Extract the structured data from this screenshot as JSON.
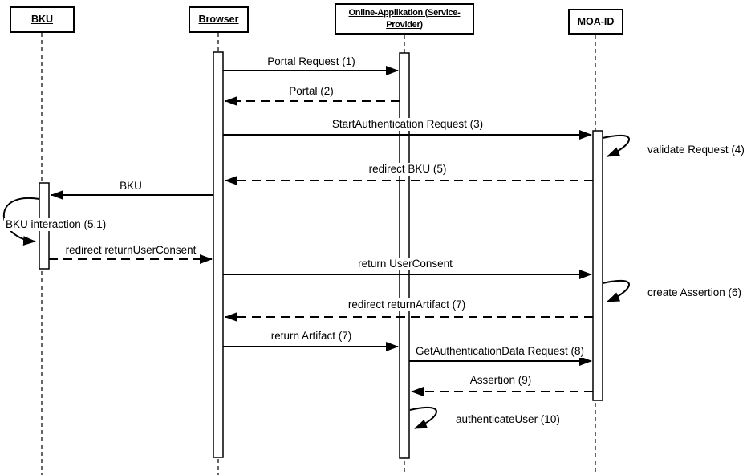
{
  "diagram": {
    "type": "uml-sequence",
    "colors": {
      "line": "#000000",
      "background": "#ffffff"
    },
    "actors": [
      {
        "id": "bku",
        "label": "BKU"
      },
      {
        "id": "browser",
        "label": "Browser"
      },
      {
        "id": "online-app",
        "label": "Online-Applikation (Service-Provider)",
        "label_lines": [
          "Online-Applikation (Service-",
          "Provider)"
        ]
      },
      {
        "id": "moa-id",
        "label": "MOA-ID"
      }
    ],
    "messages": [
      {
        "label": "Portal Request (1)",
        "from": "Browser",
        "to": "Online-Applikation (Service-Provider)",
        "style": "solid"
      },
      {
        "label": "Portal (2)",
        "from": "Online-Applikation (Service-Provider)",
        "to": "Browser",
        "style": "dashed"
      },
      {
        "label": "StartAuthentication Request (3)",
        "from": "Browser",
        "to": "MOA-ID",
        "style": "solid"
      },
      {
        "label": "validate Request (4)",
        "from": "MOA-ID",
        "to": "MOA-ID",
        "style": "self"
      },
      {
        "label": "redirect BKU (5)",
        "from": "MOA-ID",
        "to": "Browser",
        "style": "dashed"
      },
      {
        "label": "BKU",
        "from": "Browser",
        "to": "BKU",
        "style": "solid"
      },
      {
        "label": "BKU interaction (5.1)",
        "from": "BKU",
        "to": "BKU",
        "style": "self"
      },
      {
        "label": "redirect returnUserConsent",
        "from": "BKU",
        "to": "Browser",
        "style": "dashed"
      },
      {
        "label": "return UserConsent",
        "from": "Browser",
        "to": "MOA-ID",
        "style": "solid"
      },
      {
        "label": "create Assertion (6)",
        "from": "MOA-ID",
        "to": "MOA-ID",
        "style": "self"
      },
      {
        "label": "redirect returnArtifact (7)",
        "from": "MOA-ID",
        "to": "Browser",
        "style": "dashed"
      },
      {
        "label": "return Artifact (7)",
        "from": "Browser",
        "to": "Online-Applikation (Service-Provider)",
        "style": "solid"
      },
      {
        "label": "GetAuthenticationData Request (8)",
        "from": "Online-Applikation (Service-Provider)",
        "to": "MOA-ID",
        "style": "solid"
      },
      {
        "label": "Assertion (9)",
        "from": "MOA-ID",
        "to": "Online-Applikation (Service-Provider)",
        "style": "dashed"
      },
      {
        "label": "authenticateUser (10)",
        "from": "Online-Applikation (Service-Provider)",
        "to": "Online-Applikation (Service-Provider)",
        "style": "self"
      }
    ]
  }
}
